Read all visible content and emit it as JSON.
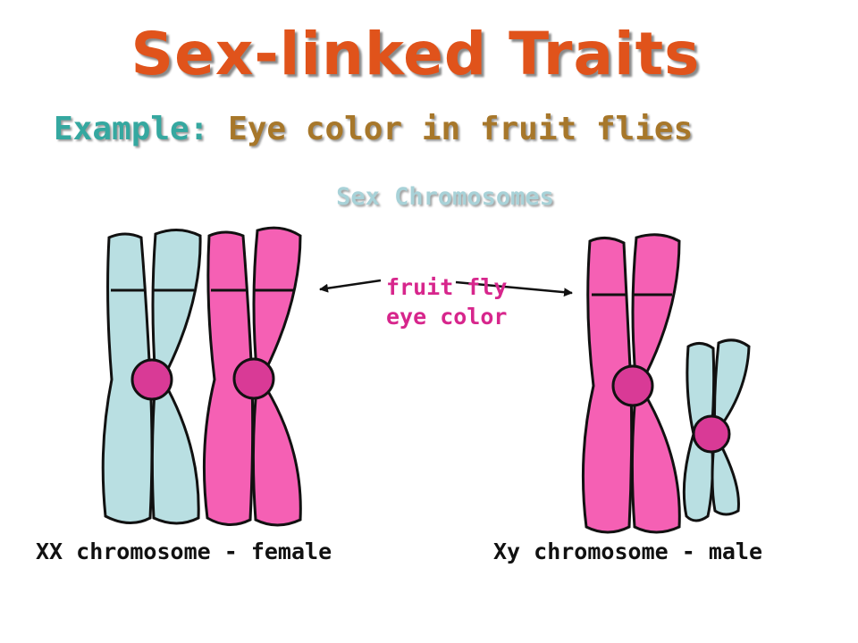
{
  "title": "Sex-linked Traits",
  "subtitle": {
    "lead": "Example:",
    "rest": "Eye color in fruit flies"
  },
  "heading": "Sex Chromosomes",
  "gene_label": {
    "line1": "fruit fly",
    "line2": "eye color"
  },
  "captions": {
    "female": "XX chromosome - female",
    "male": "Xy chromosome - male"
  },
  "colors": {
    "x_chromosome": "#f560b4",
    "light_chromosome": "#b9dfe2",
    "centromere": "#d93a96",
    "outline": "#111111"
  }
}
